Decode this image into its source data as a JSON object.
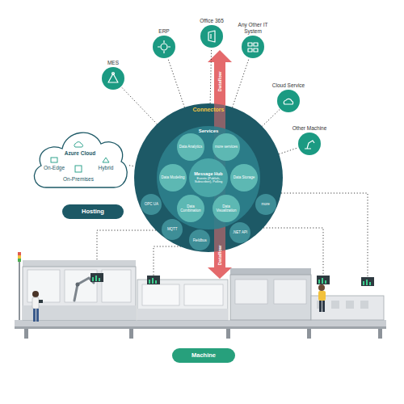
{
  "diagram": {
    "nodes": [
      {
        "text": [
          "Connectors"
        ]
      },
      {
        "text": [
          "Services"
        ],
        "in": 0
      },
      {
        "text": [
          "Message Hub",
          "Events (Publish, Subscriber), Polling"
        ],
        "in": 1
      },
      {
        "text": [
          "Data Analytics"
        ],
        "in": 1
      },
      {
        "text": [
          "more services"
        ],
        "in": 1
      },
      {
        "text": [
          "Data Modeling"
        ],
        "in": 1
      },
      {
        "text": [
          "Data Storage"
        ],
        "in": 1
      },
      {
        "text": [
          "Data Combination"
        ],
        "in": 1
      },
      {
        "text": [
          "Data Visualization"
        ],
        "in": 1
      },
      {
        "text": [
          "OPC UA"
        ],
        "in": 0
      },
      {
        "text": [
          "MQTT"
        ],
        "in": 0
      },
      {
        "text": [
          "Fieldbus"
        ],
        "in": 0
      },
      {
        "text": [
          ".NET API"
        ],
        "in": 0
      },
      {
        "text": [
          "more"
        ],
        "in": 0
      },
      {
        "text": [
          "MES"
        ]
      },
      {
        "text": [
          "ERP"
        ]
      },
      {
        "text": [
          "Office 365"
        ]
      },
      {
        "text": [
          "Any Other IT System"
        ]
      },
      {
        "text": [
          "Cloud Service"
        ]
      },
      {
        "text": [
          "Other Machine"
        ]
      },
      {
        "text": [
          "Azure Cloud",
          "On-Edge",
          "Hybrid",
          "On-Premises"
        ]
      },
      {
        "text": [
          "Hosting"
        ]
      },
      {
        "text": [
          "Machine"
        ]
      }
    ],
    "edges": [
      {
        "from": 0,
        "to": 14,
        "arrow": "none"
      },
      {
        "from": 0,
        "to": 15,
        "arrow": "none"
      },
      {
        "from": 0,
        "to": 16,
        "arrow": "none"
      },
      {
        "from": 0,
        "to": 17,
        "arrow": "none"
      },
      {
        "from": 0,
        "to": 18,
        "arrow": "none"
      },
      {
        "from": 0,
        "to": 19,
        "arrow": "none"
      },
      {
        "from": 20,
        "to": 0,
        "arrow": "none"
      }
    ],
    "labels": [
      "Dataflow",
      "Dataflow"
    ]
  }
}
